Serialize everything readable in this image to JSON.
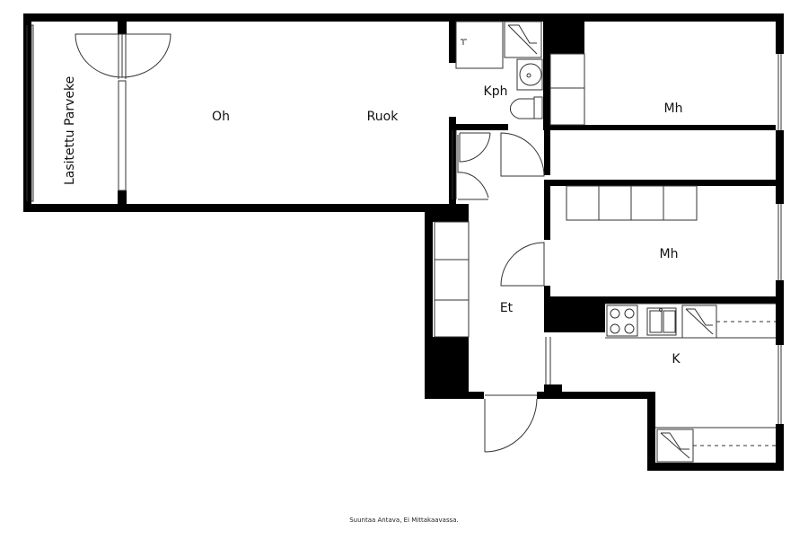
{
  "plan": {
    "rooms": {
      "balcony": "Lasitettu Parveke",
      "living": "Oh",
      "dining": "Ruok",
      "bathroom": "Kph",
      "bedroom1": "Mh",
      "bedroom2": "Mh",
      "hall": "Et",
      "kitchen": "K"
    },
    "caption": "Suuntaa Antava, Ei Mittakaavassa."
  },
  "colors": {
    "wall": "#000000",
    "thin": "#444444",
    "background": "#ffffff"
  }
}
